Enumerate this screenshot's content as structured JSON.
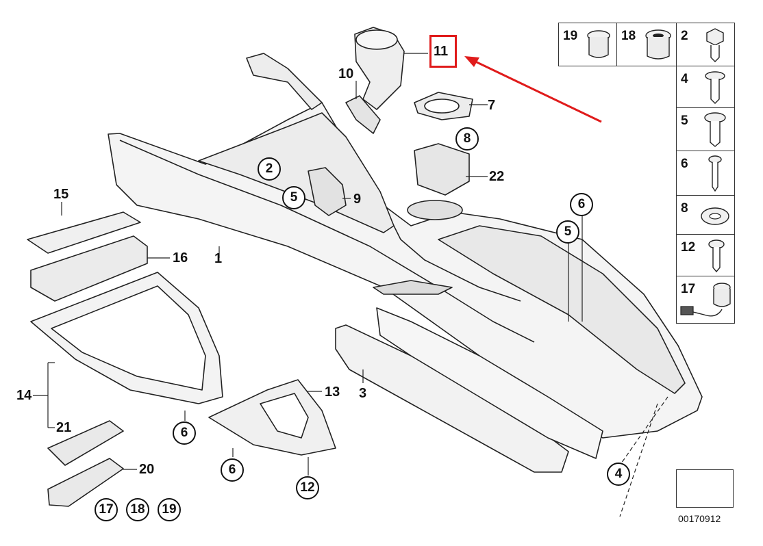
{
  "callouts": {
    "c1": "1",
    "c2": "2",
    "c3": "3",
    "c4": "4",
    "c5a": "5",
    "c5b": "5",
    "c6a": "6",
    "c6b": "6",
    "c6c": "6",
    "c7": "7",
    "c8": "8",
    "c9": "9",
    "c10": "10",
    "c11": "11",
    "c12": "12",
    "c13": "13",
    "c14": "14",
    "c15": "15",
    "c16": "16",
    "c17": "17",
    "c18": "18",
    "c19": "19",
    "c20": "20",
    "c21": "21",
    "c22": "22"
  },
  "legend": {
    "items": [
      "19",
      "18",
      "2",
      "4",
      "5",
      "6",
      "8",
      "12",
      "17"
    ]
  },
  "reference_number": "00170912",
  "highlight": {
    "label": "11",
    "color": "#e01b1b"
  }
}
